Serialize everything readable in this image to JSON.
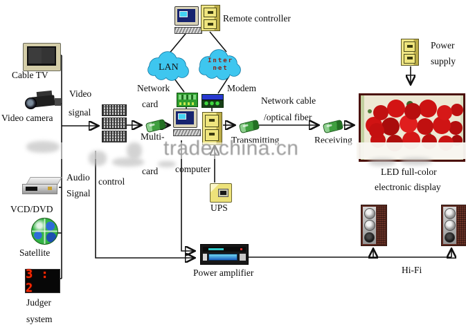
{
  "watermark": {
    "text": "trade.china.cn"
  },
  "colors": {
    "line": "#111111",
    "cloud": "#3EC6EF",
    "cloud_edge": "#0C74A0",
    "tower_yellow": "#EDE27A",
    "card_green": "#2E9E2E",
    "rose_red": "#C41010",
    "judger_red": "#FF2A00",
    "frame_maroon": "#4A0E08"
  },
  "nodes": {
    "cable_tv": {
      "label": "Cable TV"
    },
    "video_camera": {
      "label": "Video camera"
    },
    "vcd_dvd": {
      "label": "VCD/DVD"
    },
    "satellite": {
      "label": "Satellite"
    },
    "judger": {
      "score": "3 : 2",
      "label_line1": "Judger",
      "label_line2": "system"
    },
    "remote_controller": {
      "label": "Remote controller"
    },
    "lan_cloud": {
      "label": "LAN"
    },
    "internet_cloud": {
      "label_line1": "Inter",
      "label_line2": "net"
    },
    "network_card": {
      "label_line1": "Network",
      "label_line2": "card"
    },
    "modem": {
      "label": "Modem"
    },
    "multi_card": {
      "label_line1": "Multi-",
      "label_line2": "card"
    },
    "computer": {
      "label": "computer"
    },
    "ups": {
      "label": "UPS"
    },
    "transmitting": {
      "label": "Transmitting"
    },
    "receiving": {
      "label": "Receiving"
    },
    "network_cable": {
      "label_line1": "Network cable",
      "label_line2": "/optical fiber"
    },
    "power_supply": {
      "label_line1": "Power",
      "label_line2": "supply"
    },
    "led_display": {
      "label_line1": "LED full-color",
      "label_line2": "electronic display"
    },
    "power_amplifier": {
      "label": "Power amplifier"
    },
    "hifi": {
      "label": "Hi-Fi"
    }
  },
  "edges": {
    "video_signal": {
      "label_line1": "Video",
      "label_line2": "signal"
    },
    "audio_signal": {
      "label_line1": "Audio",
      "label_line2": "Signal"
    },
    "control": {
      "label": "control"
    }
  }
}
